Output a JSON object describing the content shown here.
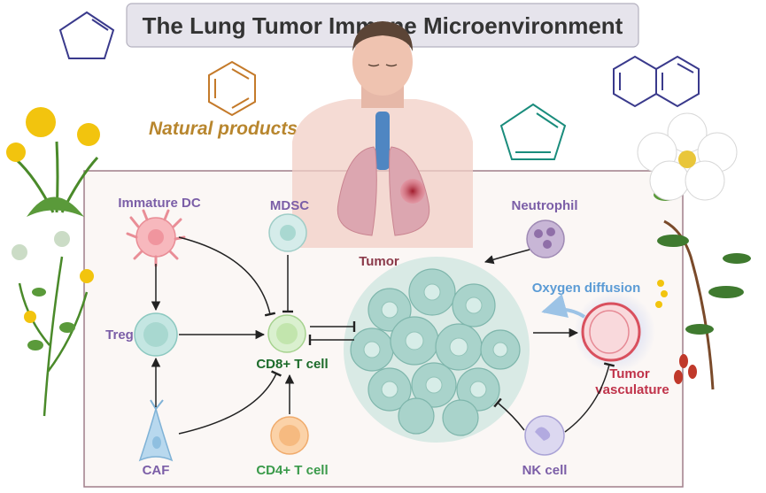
{
  "title": "The Lung Tumor Immune Microenvironment",
  "natural_products_label": "Natural products",
  "cells": {
    "immature_dc": "Immature DC",
    "mdsc": "MDSC",
    "treg": "Treg",
    "cd8": "CD8+ T cell",
    "caf": "CAF",
    "cd4": "CD4+ T cell",
    "neutrophil": "Neutrophil",
    "nk": "NK cell"
  },
  "tumor_label": "Tumor",
  "oxygen_label": "Oxygen diffusion",
  "vasculature_label_1": "Tumor",
  "vasculature_label_2": "vasculature",
  "colors": {
    "title_box": "#e6e4ec",
    "purple_label": "#7b5ea7",
    "green_label": "#1c6b2a",
    "cd4_green": "#3a9a4a",
    "red_label": "#c0334a",
    "oxygen_blue": "#5b9bd5",
    "tumor_label": "#8b3a4a",
    "natural_products": "#b8862e",
    "box_border": "#a07f8a"
  }
}
